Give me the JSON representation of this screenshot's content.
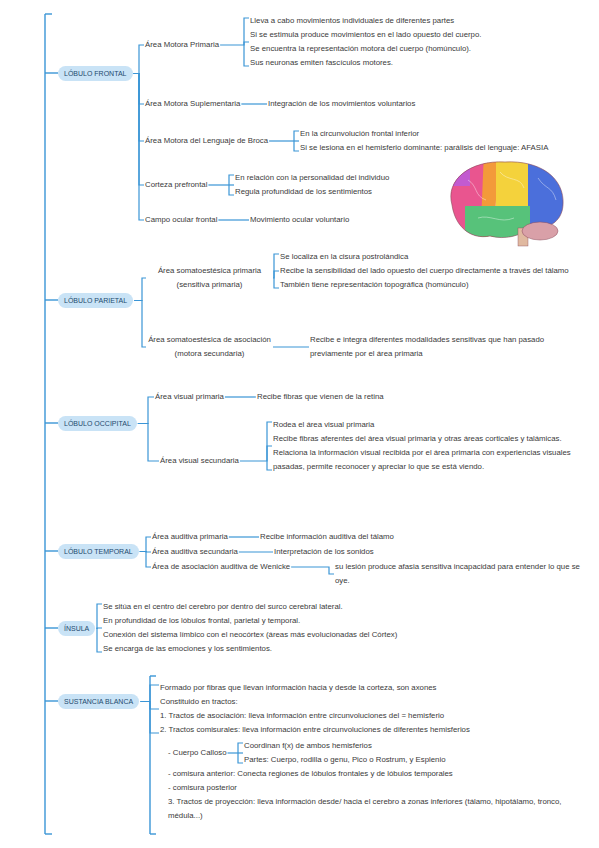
{
  "diagram": {
    "nodes": [
      {
        "text": [
          "LÓBULO FRONTAL"
        ]
      },
      {
        "text": [
          "Área Motora Primaria"
        ]
      },
      {
        "text": [
          "Lleva a cabo movimientos individuales de diferentes partes",
          "Si se estimula produce movimientos en el lado opuesto del cuerpo.",
          "Se encuentra la representación motora del cuerpo (homúnculo).",
          "Sus neuronas emiten fascículos motores."
        ]
      },
      {
        "text": [
          "Área Motora Suplementaria"
        ]
      },
      {
        "text": [
          "Integración de los movimientos voluntarios"
        ]
      },
      {
        "text": [
          "Área Motora del Lenguaje de Broca"
        ]
      },
      {
        "text": [
          "En la circunvolución frontal inferior",
          "Si se lesiona en el hemisferio dominante: parálisis del lenguaje: AFASIA"
        ]
      },
      {
        "text": [
          "Corteza prefrontal"
        ]
      },
      {
        "text": [
          "En relación con la personalidad del individuo",
          "Regula profundidad de los sentimientos"
        ]
      },
      {
        "text": [
          "Campo ocular frontal"
        ]
      },
      {
        "text": [
          "Movimiento ocular voluntario"
        ]
      },
      {
        "text": [
          "LÓBULO PARIETAL"
        ]
      },
      {
        "text": [
          "Área somatoestésica primaria (sensitiva primaria)"
        ]
      },
      {
        "text": [
          "Se localiza en la cisura postrolándica",
          "Recibe la sensibilidad del lado opuesto del cuerpo directamente a través del tálamo",
          "También tiene representación topográfica (homúnculo)"
        ]
      },
      {
        "text": [
          "Área somatoestésica de asociación (motora secundaria)"
        ]
      },
      {
        "text": [
          "Recibe e integra diferentes modalidades sensitivas que han pasado previamente por el área primaria"
        ]
      },
      {
        "text": [
          "LÓBULO OCCIPITAL"
        ]
      },
      {
        "text": [
          "Área visual primaria"
        ]
      },
      {
        "text": [
          "Recibe fibras que vienen de la retina"
        ]
      },
      {
        "text": [
          "Área visual secundaria"
        ]
      },
      {
        "text": [
          "Rodea el área visual primaria",
          "Recibe fibras aferentes del área visual primaria y otras áreas corticales y talámicas.",
          "Relaciona la información visual recibida por el área primaria con experiencias visuales pasadas, permite reconocer y apreciar lo que se está viendo."
        ]
      },
      {
        "text": [
          "LÓBULO TEMPORAL"
        ]
      },
      {
        "text": [
          "Área auditiva primaria"
        ]
      },
      {
        "text": [
          "Recibe información auditiva del tálamo"
        ]
      },
      {
        "text": [
          "Área auditiva secundaria"
        ]
      },
      {
        "text": [
          "Interpretación de los sonidos"
        ]
      },
      {
        "text": [
          "Área de asociación auditiva de Wenicke"
        ]
      },
      {
        "text": [
          "su lesión produce afasia sensitiva incapacidad para entender lo que se oye."
        ]
      },
      {
        "text": [
          "ÍNSULA"
        ]
      },
      {
        "text": [
          "Se sitúa en el centro del cerebro por dentro del surco cerebral lateral.",
          "En profundidad de los lóbulos frontal, parietal y temporal.",
          "Conexión del sistema límbico con el neocórtex (áreas más evolucionadas del Córtex)",
          "Se encarga de las emociones y los sentimientos."
        ]
      },
      {
        "text": [
          "SUSTANCIA BLANCA"
        ]
      },
      {
        "text": [
          "Formado por fibras que llevan información hacia y desde la corteza, son axones",
          "Constituido en tractos:",
          "1. Tractos de asociación: lleva información entre circunvoluciones del = hemisferio",
          "2. Tractos comisurales: lleva información entre circunvoluciones de diferentes hemisferios"
        ]
      },
      {
        "text": [
          "- Cuerpo Calloso"
        ]
      },
      {
        "text": [
          "Coordinan f(x) de ambos hemisferios",
          "Partes: Cuerpo, rodilla o genu, Pico o Rostrum, y Esplenio"
        ]
      },
      {
        "text": [
          "- comisura anterior: Conecta regiones de lóbulos frontales y de lóbulos temporales",
          "- comisura posterior",
          "3. Tractos de proyección: lleva información desde/ hacia el cerebro a zonas inferiores (tálamo, hipotálamo, tronco, médula...)"
        ]
      }
    ],
    "edges": [
      {
        "from": 0,
        "to": 1,
        "arrow": "none"
      },
      {
        "from": 1,
        "to": 2,
        "arrow": "none"
      },
      {
        "from": 0,
        "to": 3,
        "arrow": "none"
      },
      {
        "from": 3,
        "to": 4,
        "arrow": "none"
      },
      {
        "from": 0,
        "to": 5,
        "arrow": "none"
      },
      {
        "from": 5,
        "to": 6,
        "arrow": "none"
      },
      {
        "from": 0,
        "to": 7,
        "arrow": "none"
      },
      {
        "from": 7,
        "to": 8,
        "arrow": "none"
      },
      {
        "from": 0,
        "to": 9,
        "arrow": "none"
      },
      {
        "from": 9,
        "to": 10,
        "arrow": "none"
      },
      {
        "from": 11,
        "to": 12,
        "arrow": "none"
      },
      {
        "from": 12,
        "to": 13,
        "arrow": "none"
      },
      {
        "from": 11,
        "to": 14,
        "arrow": "none"
      },
      {
        "from": 14,
        "to": 15,
        "arrow": "none"
      },
      {
        "from": 16,
        "to": 17,
        "arrow": "none"
      },
      {
        "from": 17,
        "to": 18,
        "arrow": "none"
      },
      {
        "from": 16,
        "to": 19,
        "arrow": "none"
      },
      {
        "from": 19,
        "to": 20,
        "arrow": "none"
      },
      {
        "from": 21,
        "to": 22,
        "arrow": "none"
      },
      {
        "from": 22,
        "to": 23,
        "arrow": "none"
      },
      {
        "from": 21,
        "to": 24,
        "arrow": "none"
      },
      {
        "from": 24,
        "to": 25,
        "arrow": "none"
      },
      {
        "from": 21,
        "to": 26,
        "arrow": "none"
      },
      {
        "from": 26,
        "to": 27,
        "arrow": "none"
      },
      {
        "from": 28,
        "to": 29,
        "arrow": "none"
      },
      {
        "from": 30,
        "to": 31,
        "arrow": "none"
      },
      {
        "from": 32,
        "to": 33,
        "arrow": "none"
      }
    ]
  }
}
